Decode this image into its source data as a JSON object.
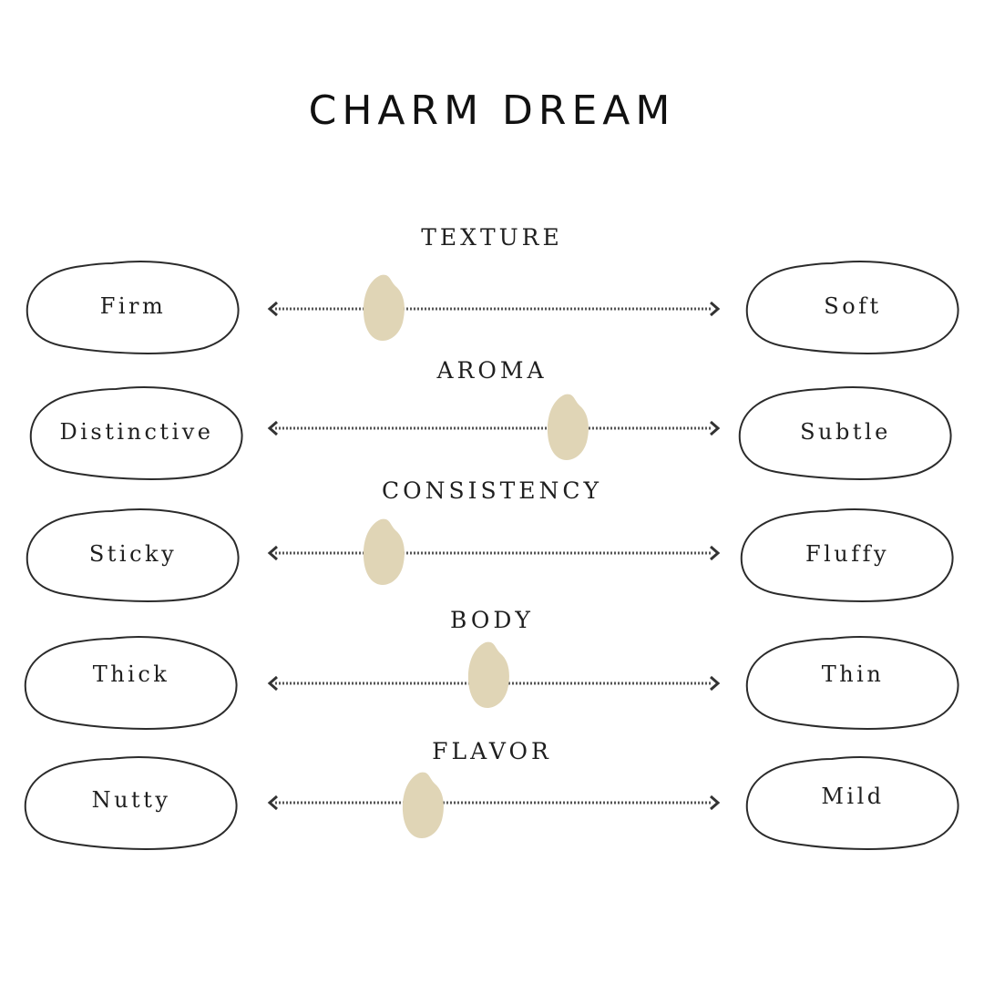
{
  "title": "CHARM DREAM",
  "colors": {
    "grain": "#e0d5b6",
    "outline": "#2b2b2b",
    "track": "#555555"
  },
  "scales": [
    {
      "label": "TEXTURE",
      "left": "Firm",
      "right": "Soft",
      "value": 0.25
    },
    {
      "label": "AROMA",
      "left": "Distinctive",
      "right": "Subtle",
      "value": 0.67
    },
    {
      "label": "CONSISTENCY",
      "left": "Sticky",
      "right": "Fluffy",
      "value": 0.25
    },
    {
      "label": "BODY",
      "left": "Thick",
      "right": "Thin",
      "value": 0.49
    },
    {
      "label": "FLAVOR",
      "left": "Nutty",
      "right": "Mild",
      "value": 0.34
    }
  ]
}
